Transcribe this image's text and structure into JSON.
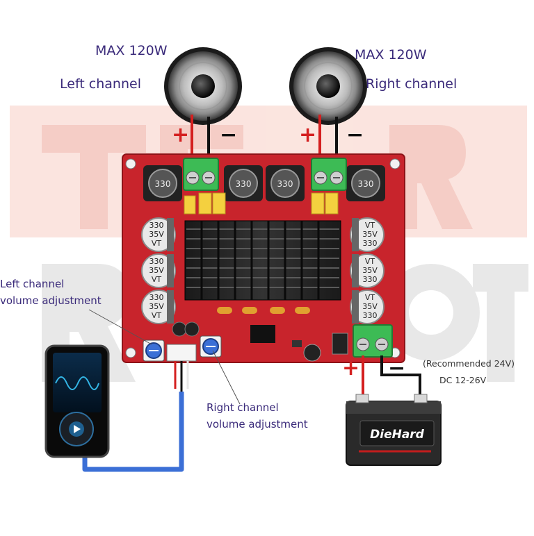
{
  "labels": {
    "left_power": "MAX 120W",
    "left_channel": "Left channel",
    "right_power": "MAX 120W",
    "right_channel": "Right channel",
    "left_volume_line1": "Left channel",
    "left_volume_line2": "volume adjustment",
    "right_volume_line1": "Right channel",
    "right_volume_line2": "volume adjustment",
    "supply_recommended": "(Recommended 24V)",
    "supply_range": "DC 12-26V"
  },
  "signs": {
    "plus": "+",
    "minus": "−"
  },
  "board": {
    "inductor_code": "330",
    "capacitor_lines": [
      "330",
      "35V",
      "VT"
    ],
    "capacitor_lines_flipped": [
      "VT",
      "35V",
      "330"
    ]
  },
  "battery": {
    "brand": "DieHard"
  },
  "colors": {
    "board_red": "#c8242c",
    "terminal_green": "#3dbb55",
    "wire_red": "#d42020",
    "wire_black": "#111111",
    "cable_blue": "#3b6fd6",
    "label_purple": "#3a2a7a",
    "watermark_red": "#f4c8c0",
    "watermark_gray": "#e6e6e6"
  }
}
